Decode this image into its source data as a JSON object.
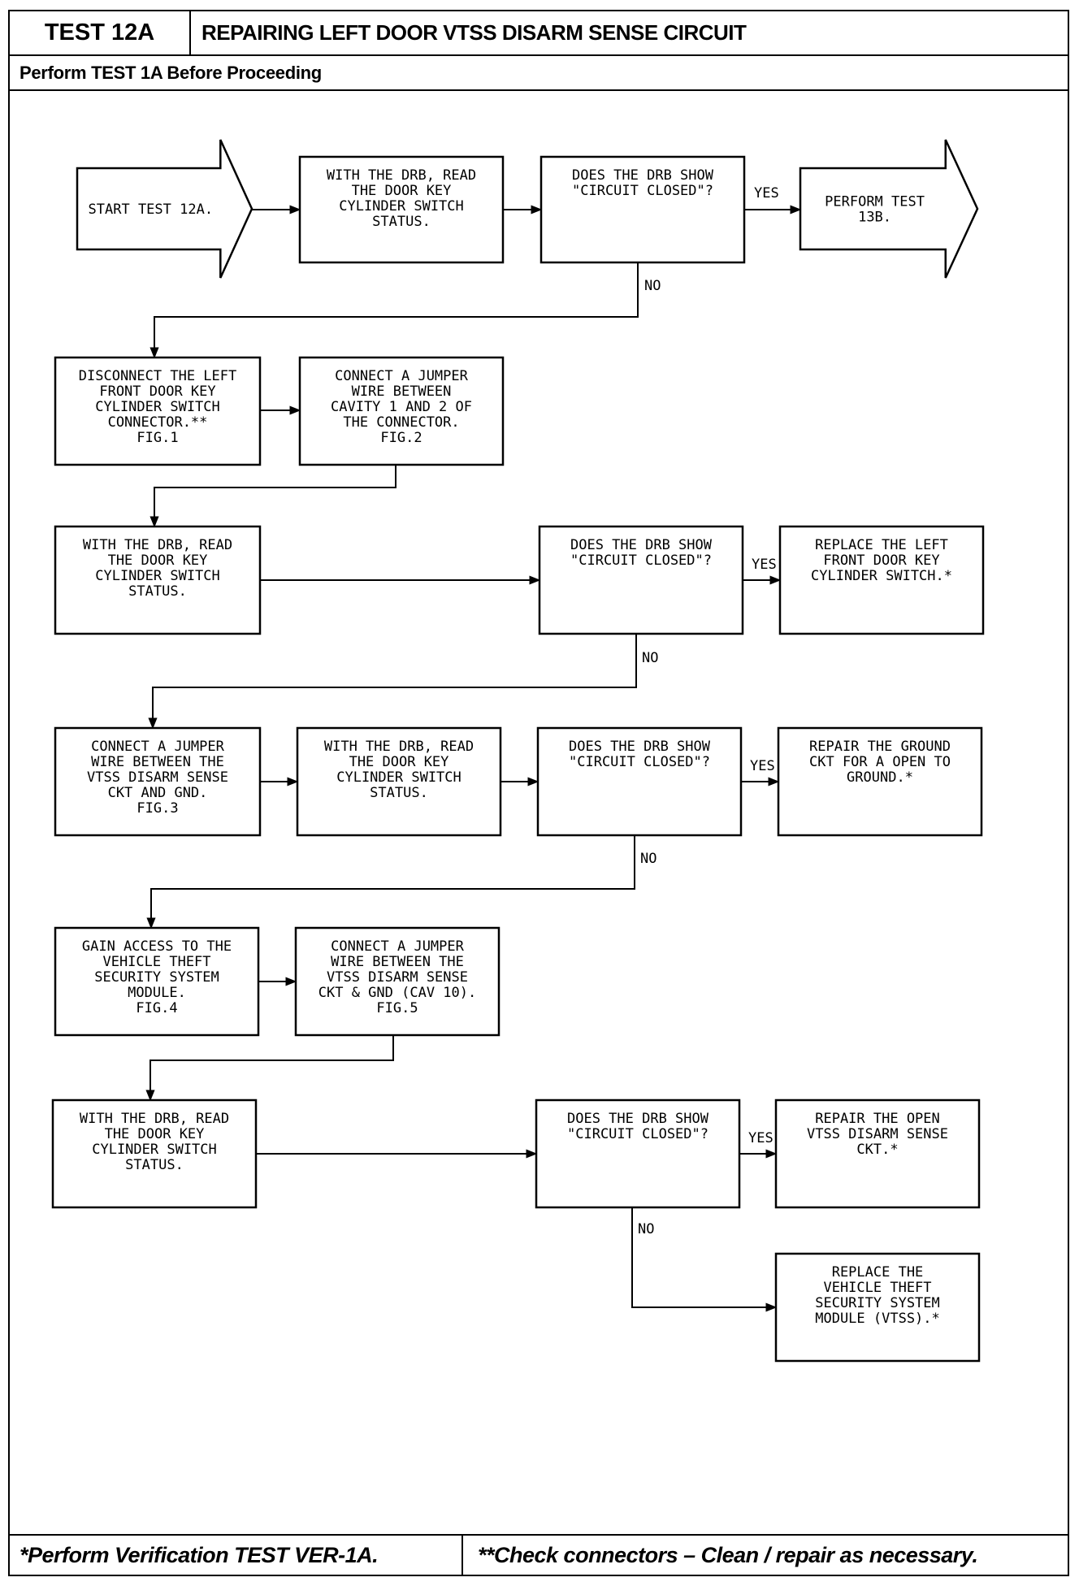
{
  "header": {
    "test_id": "TEST 12A",
    "title": "REPAIRING LEFT DOOR VTSS DISARM SENSE CIRCUIT",
    "prerequisite": "Perform TEST 1A Before Proceeding"
  },
  "footer": {
    "left_note": "*Perform Verification TEST VER-1A.",
    "right_note": "**Check connectors – Clean / repair as necessary."
  },
  "labels": {
    "yes": "YES",
    "no": "NO"
  },
  "nodes": {
    "start": [
      "START TEST 12A."
    ],
    "read1": [
      "WITH THE DRB, READ",
      "THE DOOR KEY",
      "CYLINDER SWITCH",
      "STATUS."
    ],
    "q1": [
      "DOES THE DRB SHOW",
      "\"CIRCUIT CLOSED\"?"
    ],
    "perform13b": [
      "PERFORM TEST",
      "13B."
    ],
    "disconnect": [
      "DISCONNECT THE LEFT",
      "FRONT DOOR KEY",
      "CYLINDER SWITCH",
      "CONNECTOR.**",
      "FIG.1"
    ],
    "jumper1": [
      "CONNECT A JUMPER",
      "WIRE BETWEEN",
      "CAVITY 1 AND 2 OF",
      "THE CONNECTOR.",
      "FIG.2"
    ],
    "read2": [
      "WITH THE DRB, READ",
      "THE DOOR KEY",
      "CYLINDER SWITCH",
      "STATUS."
    ],
    "q2": [
      "DOES THE DRB SHOW",
      "\"CIRCUIT CLOSED\"?"
    ],
    "replace_switch": [
      "REPLACE THE LEFT",
      "FRONT DOOR KEY",
      "CYLINDER SWITCH.*"
    ],
    "jumper2": [
      "CONNECT A JUMPER",
      "WIRE BETWEEN THE",
      "VTSS DISARM SENSE",
      "CKT AND GND.",
      "FIG.3"
    ],
    "read3": [
      "WITH THE DRB, READ",
      "THE DOOR KEY",
      "CYLINDER SWITCH",
      "STATUS."
    ],
    "q3": [
      "DOES THE DRB SHOW",
      "\"CIRCUIT CLOSED\"?"
    ],
    "repair_ground": [
      "REPAIR THE GROUND",
      "CKT FOR A OPEN TO",
      "GROUND.*"
    ],
    "gain_access": [
      "GAIN ACCESS TO THE",
      "VEHICLE THEFT",
      "SECURITY SYSTEM",
      "MODULE.",
      "FIG.4"
    ],
    "jumper3": [
      "CONNECT A JUMPER",
      "WIRE BETWEEN THE",
      "VTSS DISARM SENSE",
      "CKT & GND (CAV 10).",
      "FIG.5"
    ],
    "read4": [
      "WITH THE DRB, READ",
      "THE DOOR KEY",
      "CYLINDER SWITCH",
      "STATUS."
    ],
    "q4": [
      "DOES THE DRB SHOW",
      "\"CIRCUIT CLOSED\"?"
    ],
    "repair_open": [
      "REPAIR THE OPEN",
      "VTSS DISARM SENSE",
      "CKT.*"
    ],
    "replace_module": [
      "REPLACE THE",
      "VEHICLE THEFT",
      "SECURITY SYSTEM",
      "MODULE (VTSS).*"
    ]
  }
}
